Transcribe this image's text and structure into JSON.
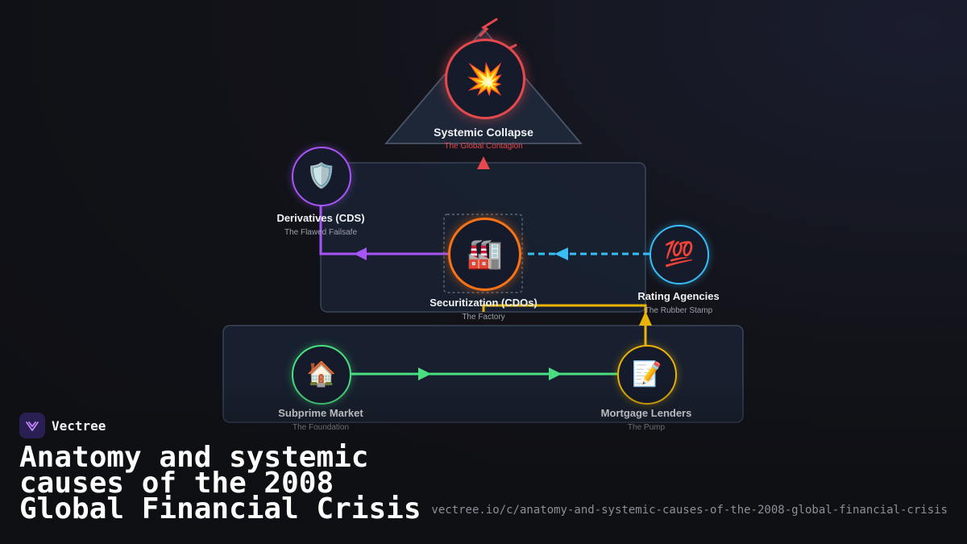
{
  "diagram": {
    "nodes": {
      "collapse": {
        "icon": "collision-icon",
        "glyph": "💥",
        "title": "Systemic Collapse",
        "subtitle": "The Global Contagion",
        "color": "#e5484d"
      },
      "derivatives": {
        "icon": "shield-icon",
        "glyph": "🛡️",
        "title": "Derivatives (CDS)",
        "subtitle": "The Flawed Failsafe",
        "color": "#a855f7"
      },
      "securitization": {
        "icon": "factory-icon",
        "glyph": "🏭",
        "title": "Securitization (CDOs)",
        "subtitle": "The Factory",
        "color": "#f97316"
      },
      "rating": {
        "icon": "hundred-points-icon",
        "glyph": "💯",
        "title": "Rating Agencies",
        "subtitle": "The Rubber Stamp",
        "color": "#38bdf8"
      },
      "subprime": {
        "icon": "house-icon",
        "glyph": "🏠",
        "title": "Subprime Market",
        "subtitle": "The Foundation",
        "color": "#4ade80"
      },
      "lenders": {
        "icon": "memo-icon",
        "glyph": "📝",
        "title": "Mortgage Lenders",
        "subtitle": "The Pump",
        "color": "#eab308"
      }
    },
    "edges": [
      {
        "from": "subprime",
        "to": "lenders",
        "style": "solid",
        "color": "#4ade80"
      },
      {
        "from": "lenders",
        "to": "securitization",
        "style": "solid",
        "color": "#eab308"
      },
      {
        "from": "rating",
        "to": "securitization",
        "style": "dashed",
        "color": "#38bdf8"
      },
      {
        "from": "securitization",
        "to": "derivatives",
        "style": "solid",
        "color": "#a855f7"
      },
      {
        "from": "securitization",
        "to": "collapse",
        "style": "solid",
        "color": "#e5484d"
      }
    ]
  },
  "brand": {
    "name": "Vectree"
  },
  "page": {
    "title": "Anatomy and systemic causes of the 2008 Global Financial Crisis",
    "url": "vectree.io/c/anatomy-and-systemic-causes-of-the-2008-global-financial-crisis"
  }
}
